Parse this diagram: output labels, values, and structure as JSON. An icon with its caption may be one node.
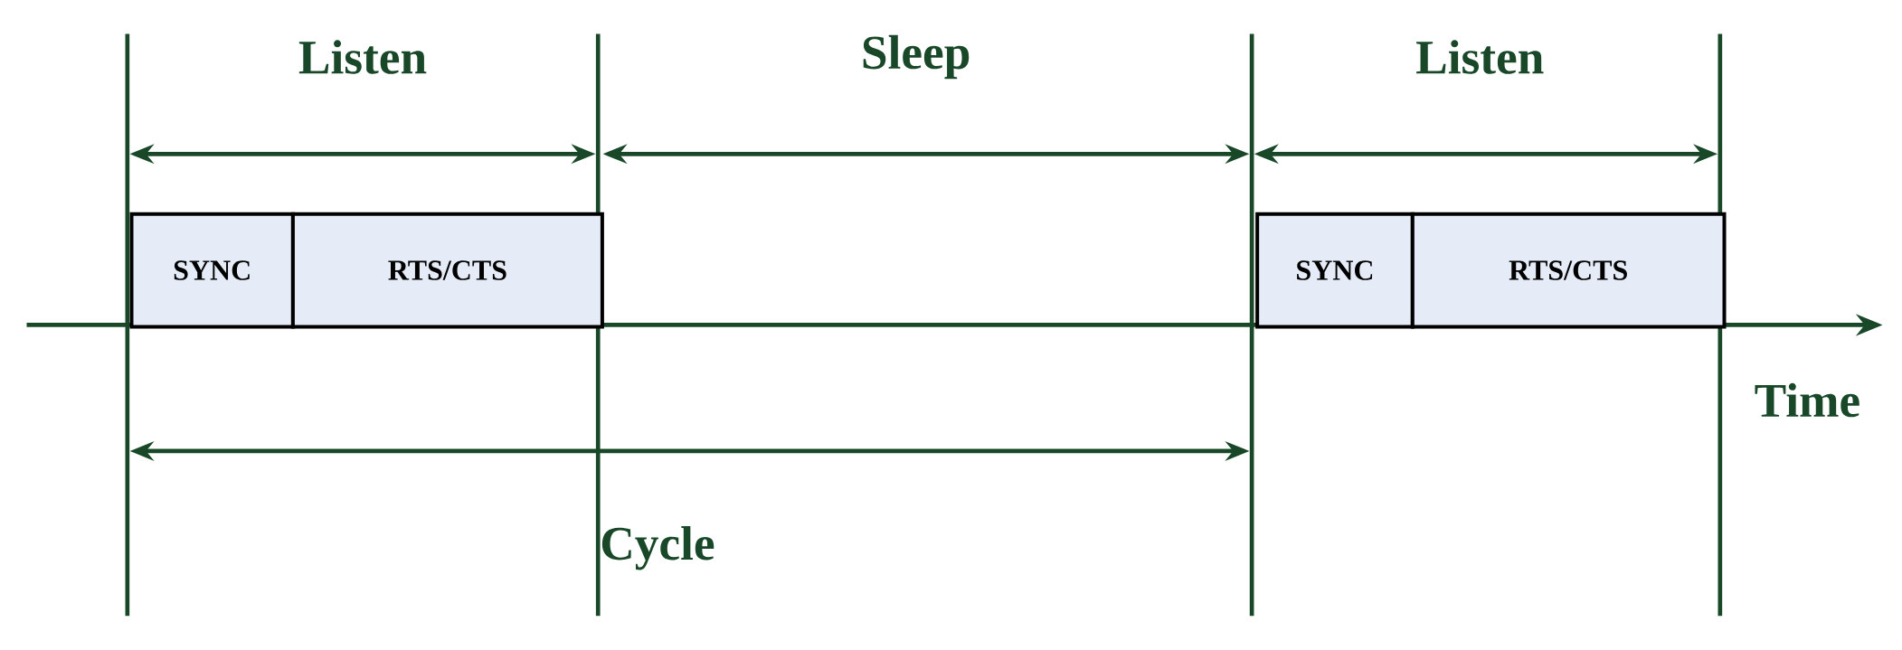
{
  "diagram": {
    "nodes": [
      {
        "text": [
          "SYNC"
        ]
      },
      {
        "text": [
          "RTS/CTS"
        ]
      },
      {
        "text": [
          "SYNC"
        ]
      },
      {
        "text": [
          "RTS/CTS"
        ]
      }
    ],
    "labels": [
      "Listen",
      "Sleep",
      "Listen",
      "Time",
      "Cycle"
    ]
  }
}
